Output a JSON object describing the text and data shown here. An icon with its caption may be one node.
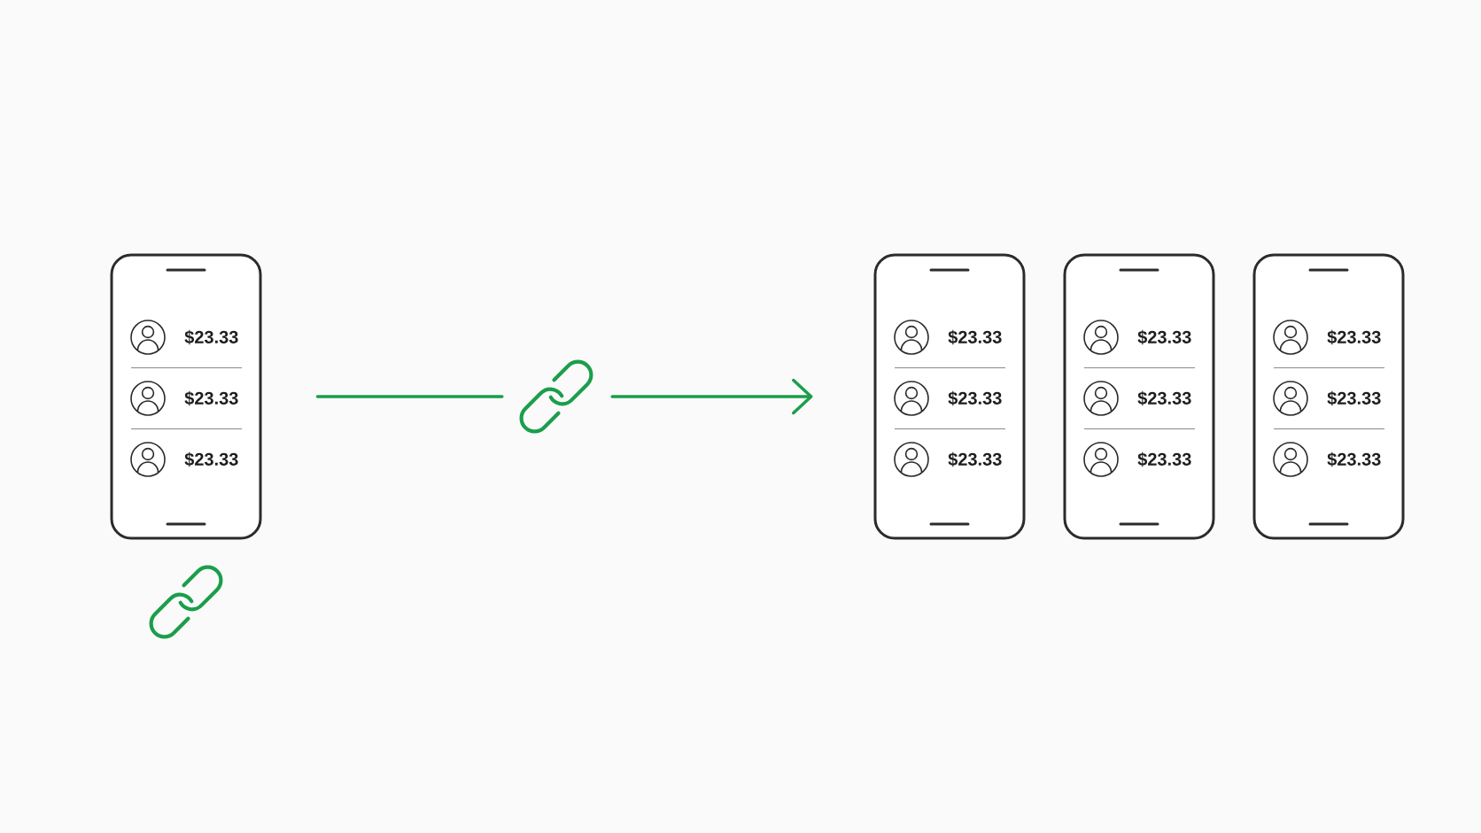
{
  "diagram": {
    "nodes": [
      {
        "text": [
          "$23.33",
          "$23.33",
          "$23.33"
        ]
      },
      {
        "text": [],
        "shape": "chain"
      },
      {
        "text": [
          "$23.33",
          "$23.33",
          "$23.33"
        ]
      },
      {
        "text": [
          "$23.33",
          "$23.33",
          "$23.33"
        ]
      },
      {
        "text": [
          "$23.33",
          "$23.33",
          "$23.33"
        ]
      }
    ],
    "edges": [
      {
        "from": 0,
        "to": 1,
        "arrow": "none"
      },
      {
        "from": 1,
        "to": 2,
        "arrow": "to"
      }
    ]
  }
}
